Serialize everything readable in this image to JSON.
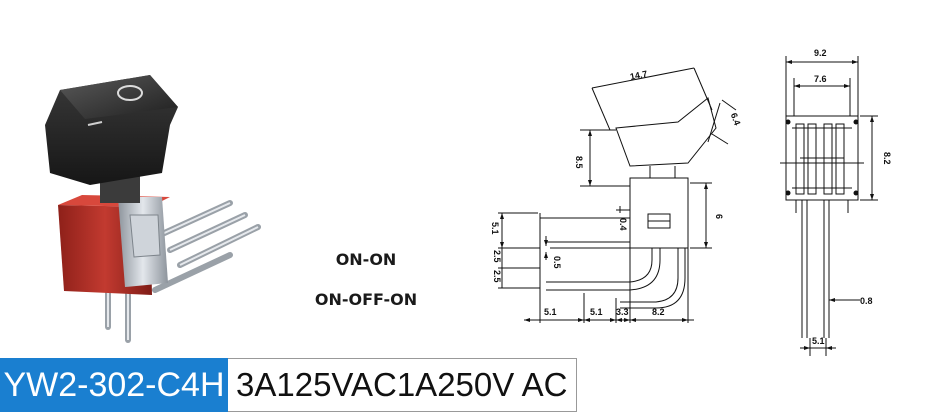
{
  "product": {
    "model": "YW2-302-C4H",
    "rating": "3A125VAC1A250V AC"
  },
  "modes": [
    "ON-ON",
    "ON-OFF-ON"
  ],
  "side_view_dims": [
    "14.7",
    "6.4",
    "8.5",
    "6",
    "0.4",
    "5.1",
    "2.5",
    "0.5",
    "2.5",
    "5.1",
    "5.1",
    "3.3",
    "8.2"
  ],
  "front_view_dims": [
    "9.2",
    "7.6",
    "8.2",
    "0.8",
    "5.1"
  ],
  "colors": {
    "model_bg": "#1a7fd0",
    "housing_red": "#b8322a",
    "actuator_black": "#2b2b2b",
    "metal": "#b9bfc6"
  }
}
